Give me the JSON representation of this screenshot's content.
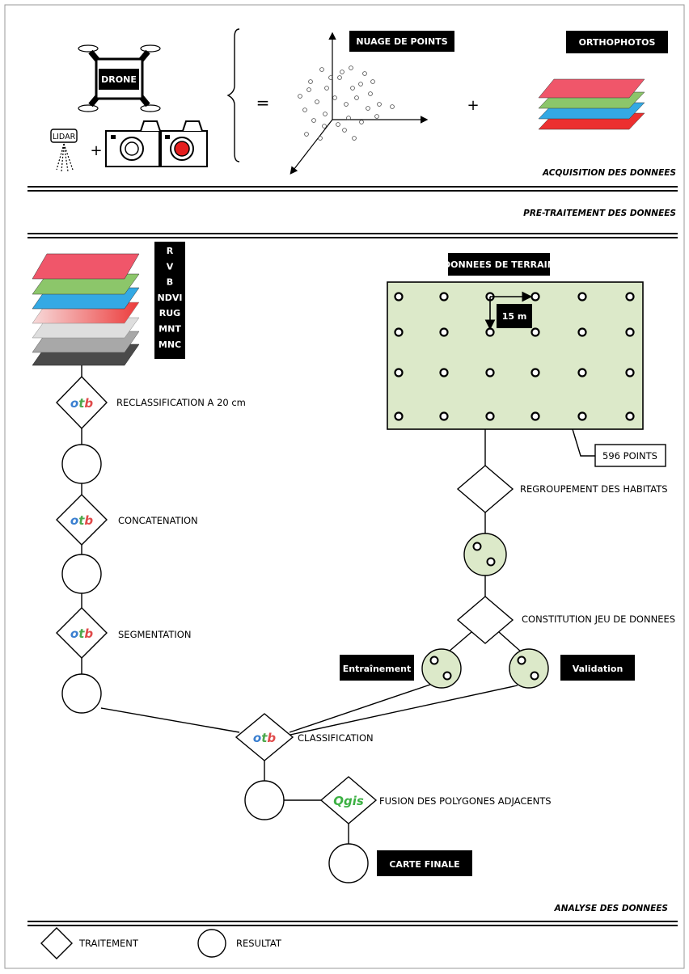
{
  "labels": {
    "drone": "DRONE",
    "lidar": "LIDAR",
    "equals": "=",
    "plus": "+",
    "nuage_points": "NUAGE DE POINTS",
    "orthophotos": "ORTHOPHOTOS",
    "acquisition": "ACQUISITION DES DONNEES",
    "pretraitement": "PRE-TRAITEMENT DES DONNEES",
    "analyse": "ANALYSE DES DONNEES",
    "donnees_terrain": "DONNEES DE TERRAIN",
    "distance": "15 m",
    "points_count": "596 POINTS",
    "entrainement": "Entraînement",
    "validation": "Validation",
    "carte_finale": "CARTE FINALE",
    "otb_o": "o",
    "otb_t": "t",
    "otb_b": "b",
    "qgis": "Qgis"
  },
  "bands": [
    "R",
    "V",
    "B",
    "NDVI",
    "RUG",
    "MNT",
    "MNC"
  ],
  "steps": {
    "reclassification": "RECLASSIFICATION A 20 cm",
    "concatenation": "CONCATENATION",
    "segmentation": "SEGMENTATION",
    "regroupement": "REGROUPEMENT DES HABITATS",
    "constitution": "CONSTITUTION JEU DE DONNEES",
    "classification": "CLASSIFICATION",
    "fusion": "FUSION DES POLYGONES ADJACENTS"
  },
  "legend": {
    "traitement": "TRAITEMENT",
    "resultat": "RESULTAT"
  },
  "colors": {
    "layer_red": "#f0566a",
    "layer_green": "#8cc66a",
    "layer_blue": "#34a9e4",
    "layer_red_dark": "#ec2f2f",
    "field_green": "#dce9c9",
    "otb_o": "#3a7fd0",
    "otb_t": "#4ca84c",
    "otb_b": "#e04a4a",
    "qgis": "#3cb043"
  }
}
